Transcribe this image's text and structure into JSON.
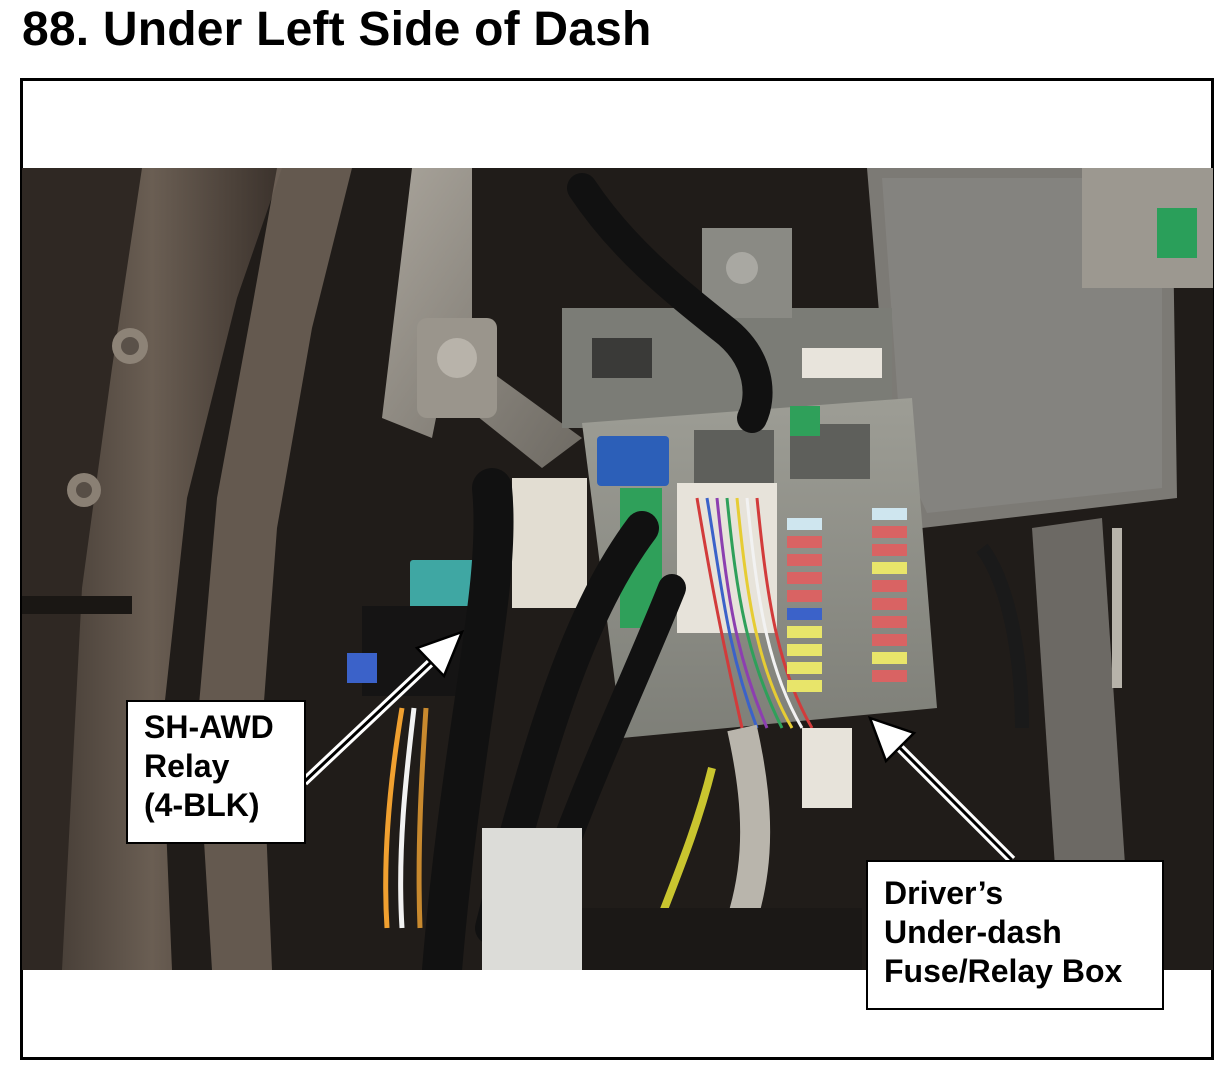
{
  "title": "88.  Under Left Side of Dash",
  "callouts": {
    "relay": {
      "lines": [
        "SH-AWD",
        "Relay",
        "(4-BLK)"
      ]
    },
    "fuse_box": {
      "lines": [
        "Driver’s",
        "Under-dash",
        "Fuse/Relay Box"
      ]
    }
  },
  "colors": {
    "frame": "#000000",
    "relay_body": "#3fa7a3",
    "fuse_box_body": "#8f9089",
    "connector_green": "#2fa05a",
    "connector_blue": "#2c5fb8"
  }
}
